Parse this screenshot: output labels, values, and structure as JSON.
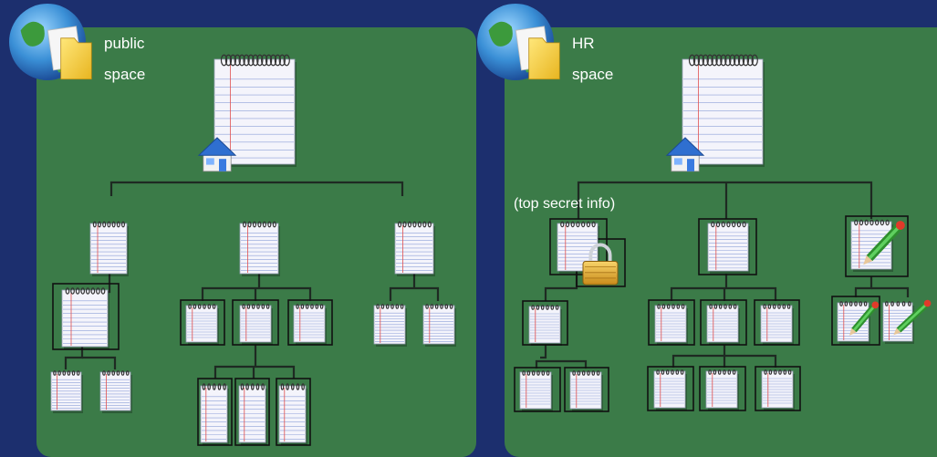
{
  "spaces": [
    {
      "id": "public",
      "label_line1": "public",
      "label_line2": "space"
    },
    {
      "id": "hr",
      "label_line1": "HR",
      "label_line2": "space",
      "annotation": "(top secret info)"
    }
  ],
  "colors": {
    "background": "#1c2f6e",
    "panel": "#3b7b48",
    "connector": "#1e2a22",
    "page": "#f4f4fb",
    "rule": "#8ea0d8",
    "margin": "#e05050",
    "spiral": "#333333"
  },
  "icons": {
    "globe": "globe-folder-icon",
    "root": "notepad-home-icon",
    "page": "notepad-page-icon",
    "lock": "padlock-icon",
    "pencil": "pencil-edit-icon"
  }
}
